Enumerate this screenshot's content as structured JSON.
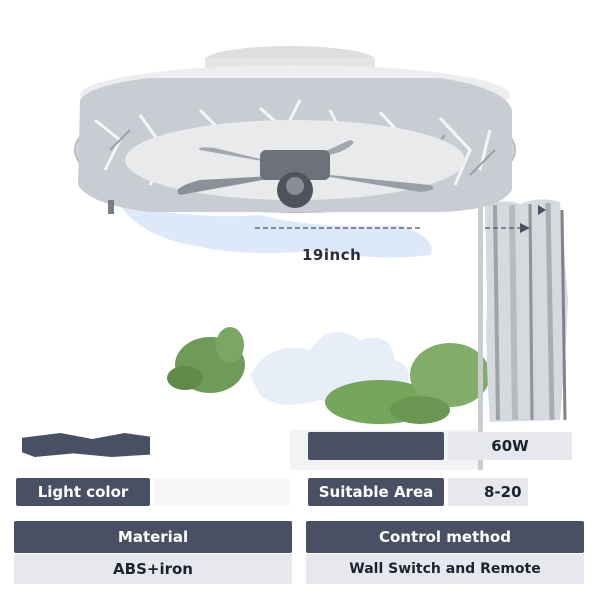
{
  "dimension_label": "19inch",
  "specs": {
    "power": {
      "label": "",
      "value": "60W"
    },
    "light": {
      "label": "Light color",
      "value": ""
    },
    "area": {
      "label": "Suitable Area",
      "value": "8-20"
    },
    "material": {
      "label": "Material",
      "value": "ABS+iron"
    },
    "control": {
      "label": "Control method",
      "value": "Wall Switch and Remote"
    }
  },
  "colors": {
    "header_bg": "#4a5064",
    "value_bg": "#e6e8ee",
    "dimension_arrow": "#4a5064"
  },
  "icons": [
    "ceiling-fan-image",
    "dimension-arrow-icon",
    "window-curtain-image",
    "tree-image"
  ]
}
